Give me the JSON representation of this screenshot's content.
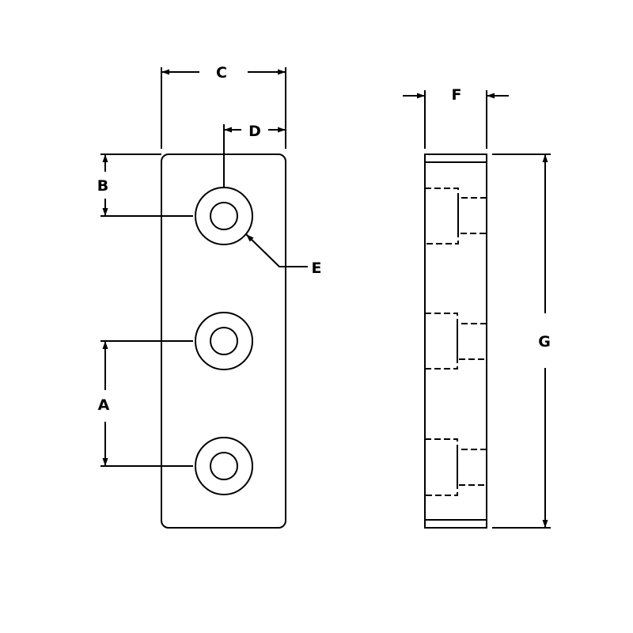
{
  "colors": {
    "stroke": "#000000",
    "background": "#ffffff"
  },
  "labels": {
    "A": "A",
    "B": "B",
    "C": "C",
    "D": "D",
    "E": "E",
    "F": "F",
    "G": "G"
  }
}
